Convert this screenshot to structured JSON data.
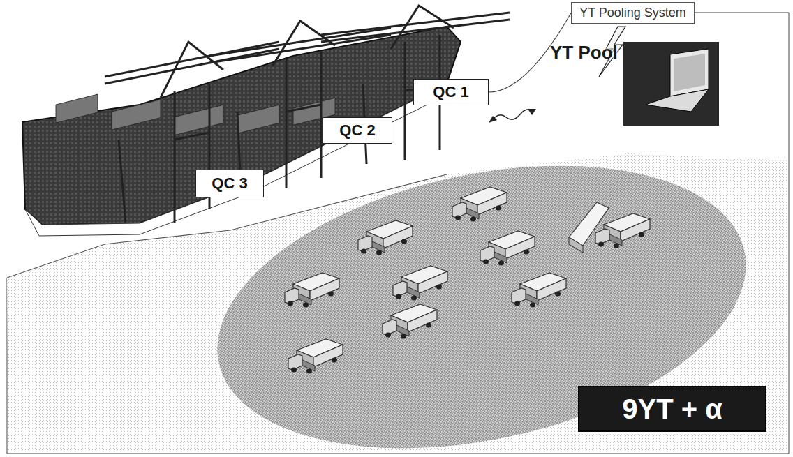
{
  "diagram": {
    "nodes": [
      {
        "text": [
          "YT Pooling System"
        ]
      },
      {
        "text": [
          "QC 1"
        ]
      },
      {
        "text": [
          "QC 2"
        ]
      },
      {
        "text": [
          "QC 3"
        ]
      },
      {
        "text": [
          "9YT + α"
        ]
      }
    ],
    "edges": [
      {
        "from": 1,
        "to": 0,
        "arrow": "none"
      }
    ],
    "labels": [
      "YT Pool"
    ]
  }
}
